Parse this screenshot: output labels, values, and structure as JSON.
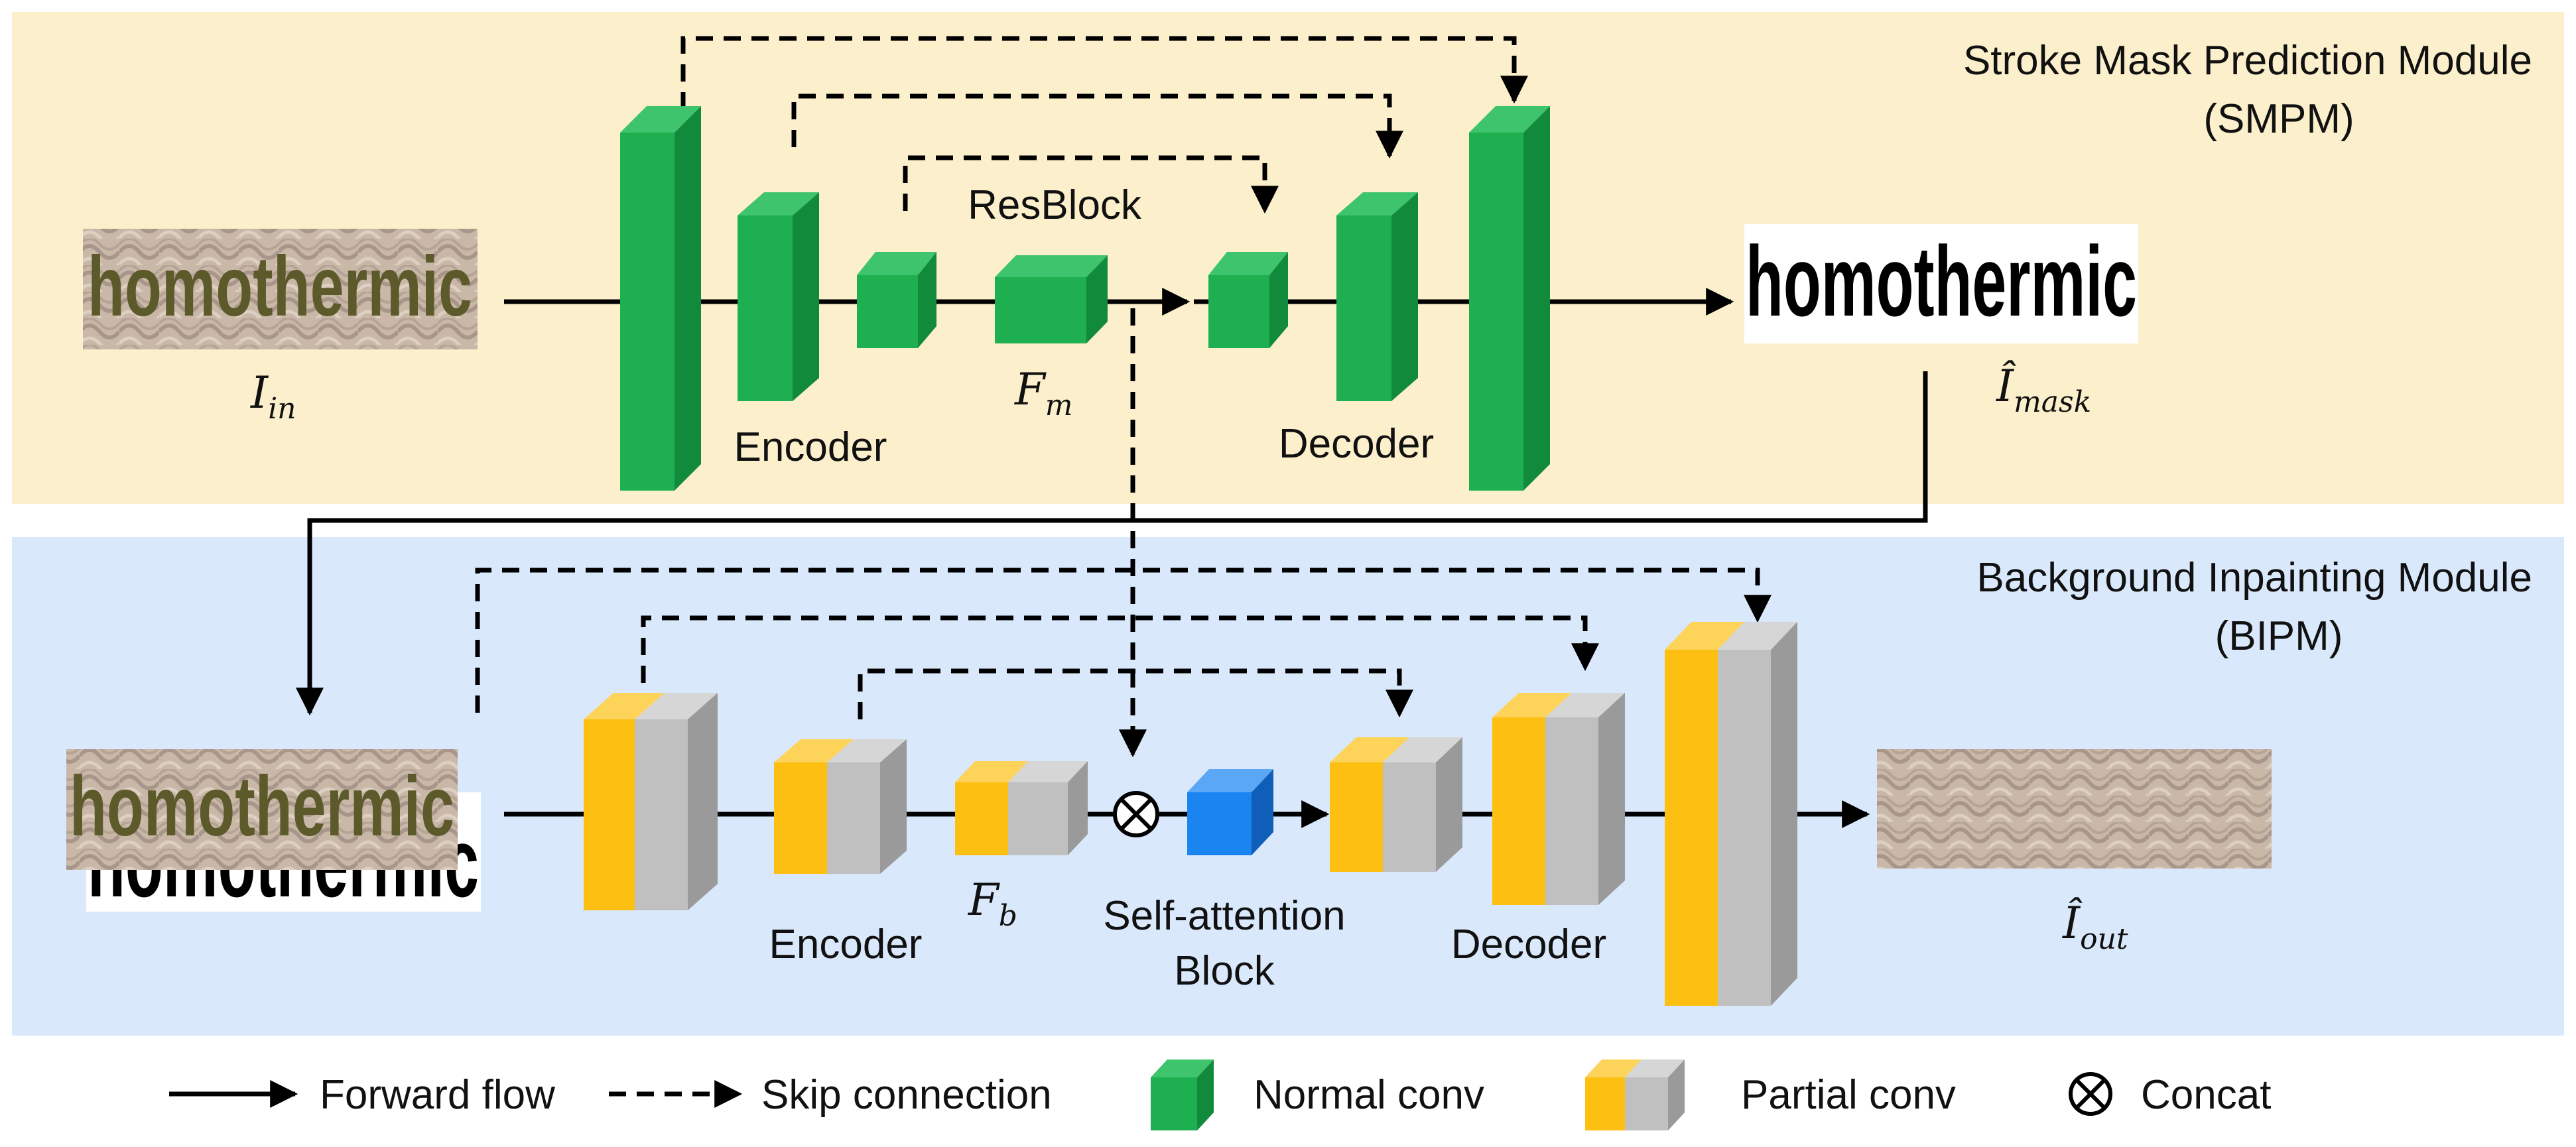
{
  "colors": {
    "smpm_bg": "#fcf0cc",
    "bipm_bg": "#d9e8fb",
    "normal_conv_front": "#1eb050",
    "normal_conv_top": "#3dc46c",
    "normal_conv_side": "#128a3c",
    "partial_yellow": "#fcbf12",
    "partial_yellow_top": "#fdd35a",
    "partial_gray": "#c0c0c0",
    "partial_gray_top": "#d6d6d6",
    "partial_gray_side": "#9a9a9a",
    "attention_front": "#1a84f0",
    "attention_top": "#5aa8f5",
    "attention_side": "#0f5fb8",
    "texture_base": "#c9b8a8",
    "text_on_texture": "#5c5a2a"
  },
  "smpm": {
    "title": "Stroke Mask Prediction Module",
    "abbr": "(SMPM)",
    "input_word": "homothermic",
    "input_label": "I",
    "input_sub": "in",
    "output_word": "homothermic",
    "output_label": "Î",
    "output_sub": "mask",
    "encoder_label": "Encoder",
    "decoder_label": "Decoder",
    "resblock_label": "ResBlock",
    "feature_label": "F",
    "feature_sub": "m"
  },
  "bipm": {
    "title": "Background Inpainting Module",
    "abbr": "(BIPM)",
    "input_word": "homothermic",
    "encoder_label": "Encoder",
    "decoder_label": "Decoder",
    "feature_label": "F",
    "feature_sub": "b",
    "attention_label_1": "Self-attention",
    "attention_label_2": "Block",
    "output_label": "Î",
    "output_sub": "out"
  },
  "legend": {
    "forward": "Forward flow",
    "skip": "Skip connection",
    "normal": "Normal conv",
    "partial": "Partial conv",
    "concat": "Concat",
    "concat_icon": "concat-circle-icon"
  }
}
